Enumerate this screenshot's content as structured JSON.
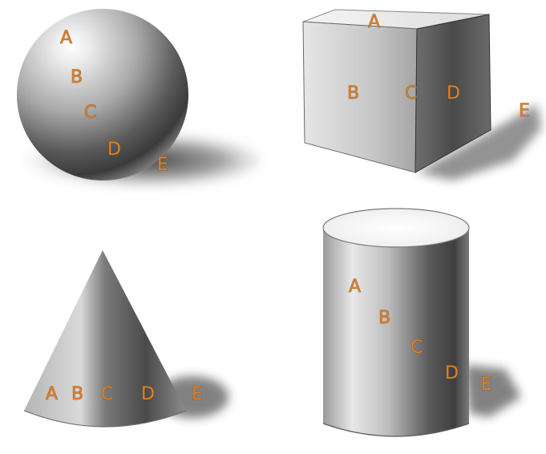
{
  "figure": {
    "shapes": [
      {
        "name": "sphere",
        "labels": [
          "A",
          "B",
          "C",
          "D",
          "E"
        ]
      },
      {
        "name": "cube",
        "labels": [
          "A",
          "B",
          "C",
          "D",
          "E"
        ]
      },
      {
        "name": "cone",
        "labels": [
          "A",
          "B",
          "C",
          "D",
          "E"
        ]
      },
      {
        "name": "cylinder",
        "labels": [
          "A",
          "B",
          "C",
          "D",
          "E"
        ]
      }
    ],
    "colors": {
      "background": "#ffffff",
      "label": "#d9822b",
      "label_outline": "#7a3e10"
    }
  }
}
